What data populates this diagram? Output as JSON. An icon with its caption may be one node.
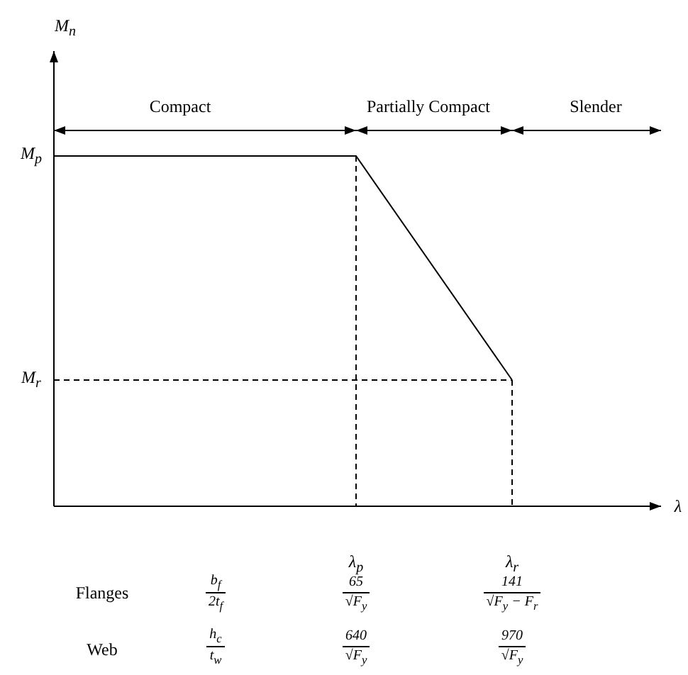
{
  "diagram": {
    "labels": [
      "M$_{n}$",
      "Compact",
      "Partially Compact",
      "Slender",
      "M$_{p}$",
      "M$_{r}$",
      "λ",
      "λ$_{p}$",
      "λ$_{r}$",
      "Flanges",
      "b$_{f}$",
      "2t$_{f}$",
      "65",
      "√F$_{y}$",
      "141",
      "√F$_{y}$ − F$_{r}$",
      "Web",
      "h$_{c}$",
      "t$_{w}$",
      "640",
      "√F$_{y}$",
      "970",
      "√F$_{y}$"
    ]
  }
}
